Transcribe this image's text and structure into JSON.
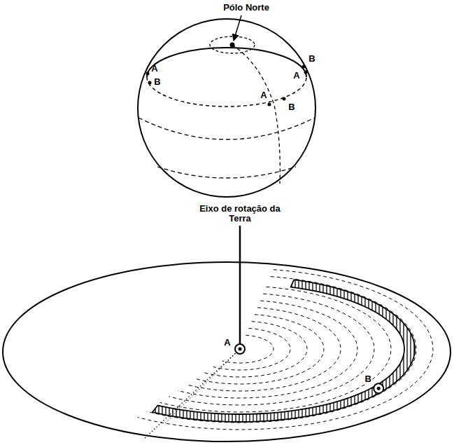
{
  "diagram": {
    "labels": [
      "Pólo Norte",
      "A",
      "B",
      "A",
      "B",
      "B",
      "A",
      "Eixo de rotação da Terra",
      "A",
      "B"
    ]
  }
}
